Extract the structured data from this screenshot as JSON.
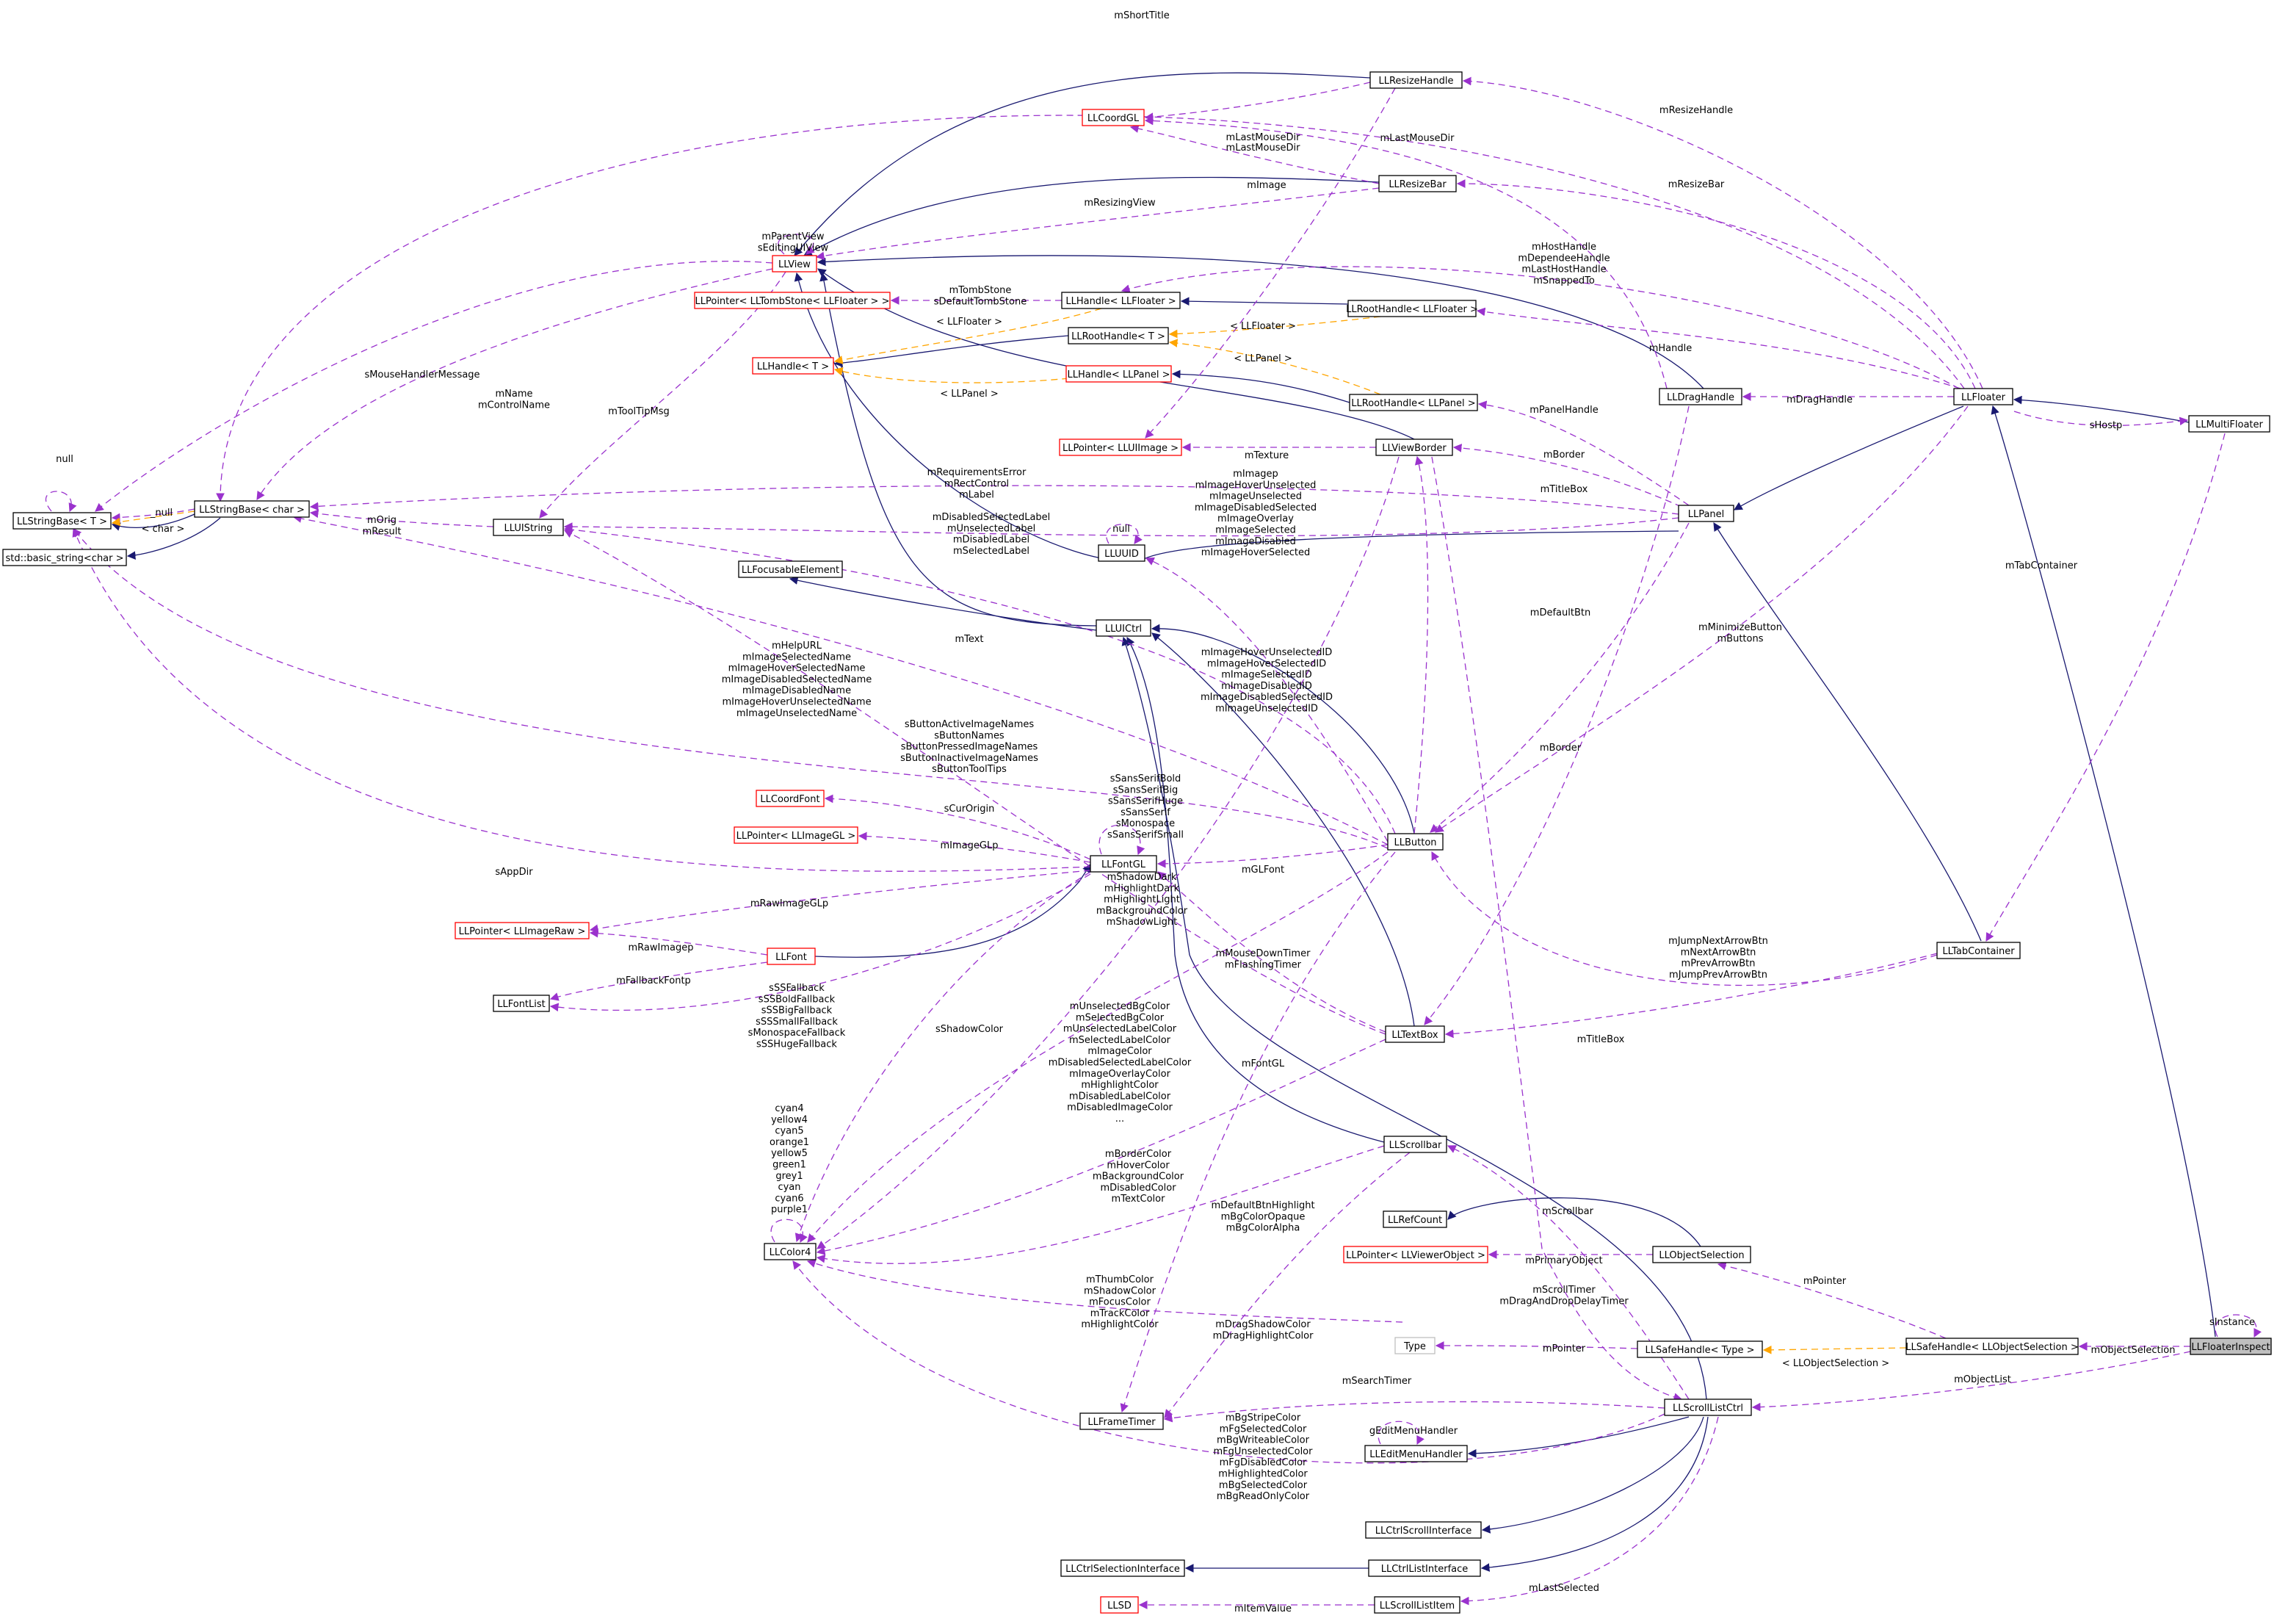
{
  "colors": {
    "inherit": "#191970",
    "use": "#9a32cd",
    "template": "#ffa500",
    "undocumented_border": "#ff0000",
    "ghost_border": "#bfbfbf",
    "focus_fill": "#bfbfbf"
  },
  "nodes": [
    {
      "id": "LLFloaterInspect",
      "label": "LLFloaterInspect",
      "kind": "focus"
    },
    {
      "id": "LLFloater",
      "label": "LLFloater",
      "kind": "doc"
    },
    {
      "id": "LLMultiFloater",
      "label": "LLMultiFloater",
      "kind": "doc"
    },
    {
      "id": "LLPanel",
      "label": "LLPanel",
      "kind": "doc"
    },
    {
      "id": "LLTabContainer",
      "label": "LLTabContainer",
      "kind": "doc"
    },
    {
      "id": "LLResizeHandle",
      "label": "LLResizeHandle",
      "kind": "doc"
    },
    {
      "id": "LLResizeBar",
      "label": "LLResizeBar",
      "kind": "doc"
    },
    {
      "id": "LLDragHandle",
      "label": "LLDragHandle",
      "kind": "doc"
    },
    {
      "id": "LLRootHandleFloater",
      "label": "LLRootHandle< LLFloater >",
      "kind": "doc"
    },
    {
      "id": "LLRootHandlePanel",
      "label": "LLRootHandle< LLPanel >",
      "kind": "doc"
    },
    {
      "id": "LLViewBorder",
      "label": "LLViewBorder",
      "kind": "doc"
    },
    {
      "id": "LLHandleFloater",
      "label": "LLHandle< LLFloater >",
      "kind": "doc"
    },
    {
      "id": "LLRootHandleT",
      "label": "LLRootHandle< T >",
      "kind": "doc"
    },
    {
      "id": "LLHandlePanel",
      "label": "LLHandle< LLPanel >",
      "kind": "undoc"
    },
    {
      "id": "LLHandleT",
      "label": "LLHandle< T >",
      "kind": "undoc"
    },
    {
      "id": "LLCoordGL",
      "label": "LLCoordGL",
      "kind": "undoc"
    },
    {
      "id": "LLView",
      "label": "LLView",
      "kind": "undoc"
    },
    {
      "id": "LLPointerTombStone",
      "label": "LLPointer< LLTombStone< LLFloater > >",
      "kind": "undoc"
    },
    {
      "id": "LLPointerUIImage",
      "label": "LLPointer< LLUIImage >",
      "kind": "undoc"
    },
    {
      "id": "LLStringBaseT",
      "label": "LLStringBase< T >",
      "kind": "doc"
    },
    {
      "id": "LLStringBaseChar",
      "label": "LLStringBase< char >",
      "kind": "doc"
    },
    {
      "id": "StdString",
      "label": "std::basic_string<char >",
      "kind": "doc"
    },
    {
      "id": "LLUIString",
      "label": "LLUIString",
      "kind": "doc"
    },
    {
      "id": "LLUUID",
      "label": "LLUUID",
      "kind": "doc"
    },
    {
      "id": "LLFocusableElement",
      "label": "LLFocusableElement",
      "kind": "doc"
    },
    {
      "id": "LLUICtrl",
      "label": "LLUICtrl",
      "kind": "doc"
    },
    {
      "id": "LLCoordFont",
      "label": "LLCoordFont",
      "kind": "undoc"
    },
    {
      "id": "LLPointerImageGL",
      "label": "LLPointer< LLImageGL >",
      "kind": "undoc"
    },
    {
      "id": "LLFontGL",
      "label": "LLFontGL",
      "kind": "doc"
    },
    {
      "id": "LLButton",
      "label": "LLButton",
      "kind": "doc"
    },
    {
      "id": "LLPointerImageRaw",
      "label": "LLPointer< LLImageRaw >",
      "kind": "undoc"
    },
    {
      "id": "LLFont",
      "label": "LLFont",
      "kind": "undoc"
    },
    {
      "id": "LLFontList",
      "label": "LLFontList",
      "kind": "doc"
    },
    {
      "id": "LLTextBox",
      "label": "LLTextBox",
      "kind": "doc"
    },
    {
      "id": "LLScrollbar",
      "label": "LLScrollbar",
      "kind": "doc"
    },
    {
      "id": "LLRefCount",
      "label": "LLRefCount",
      "kind": "doc"
    },
    {
      "id": "LLColor4",
      "label": "LLColor4",
      "kind": "doc"
    },
    {
      "id": "LLPointerViewerObject",
      "label": "LLPointer< LLViewerObject >",
      "kind": "undoc"
    },
    {
      "id": "LLObjectSelection",
      "label": "LLObjectSelection",
      "kind": "doc"
    },
    {
      "id": "Type",
      "label": "Type",
      "kind": "ghost"
    },
    {
      "id": "LLSafeHandleType",
      "label": "LLSafeHandle< Type >",
      "kind": "doc"
    },
    {
      "id": "LLSafeHandleObjSel",
      "label": "LLSafeHandle< LLObjectSelection >",
      "kind": "doc"
    },
    {
      "id": "LLFrameTimer",
      "label": "LLFrameTimer",
      "kind": "doc"
    },
    {
      "id": "LLEditMenuHandler",
      "label": "LLEditMenuHandler",
      "kind": "doc"
    },
    {
      "id": "LLScrollListCtrl",
      "label": "LLScrollListCtrl",
      "kind": "doc"
    },
    {
      "id": "LLCtrlScrollInterface",
      "label": "LLCtrlScrollInterface",
      "kind": "doc"
    },
    {
      "id": "LLCtrlSelectionInterface",
      "label": "LLCtrlSelectionInterface",
      "kind": "doc"
    },
    {
      "id": "LLCtrlListInterface",
      "label": "LLCtrlListInterface",
      "kind": "doc"
    },
    {
      "id": "LLSD",
      "label": "LLSD",
      "kind": "undoc"
    },
    {
      "id": "LLScrollListItem",
      "label": "LLScrollListItem",
      "kind": "doc"
    }
  ],
  "edge_labels": [
    {
      "id": "mShortTitle",
      "lines": [
        "mShortTitle"
      ]
    },
    {
      "id": "mResizeHandle",
      "lines": [
        "mResizeHandle"
      ]
    },
    {
      "id": "mLastMouseDir1",
      "lines": [
        "mLastMouseDir"
      ]
    },
    {
      "id": "mLastMouseDir2",
      "lines": [
        "mLastMouseDir"
      ]
    },
    {
      "id": "mLastMouseDir3",
      "lines": [
        "mLastMouseDir"
      ]
    },
    {
      "id": "mImage",
      "lines": [
        "mImage"
      ]
    },
    {
      "id": "mResizingView",
      "lines": [
        "mResizingView"
      ]
    },
    {
      "id": "mResizeBar",
      "lines": [
        "mResizeBar"
      ]
    },
    {
      "id": "mParentView",
      "lines": [
        "mParentView",
        "sEditingUIView"
      ]
    },
    {
      "id": "mHostHandle",
      "lines": [
        "mHostHandle",
        "mDependeeHandle",
        "mLastHostHandle",
        "mSnappedTo"
      ]
    },
    {
      "id": "mTombStone",
      "lines": [
        "mTombStone",
        "sDefaultTombStone"
      ]
    },
    {
      "id": "tplFloater1",
      "lines": [
        "< LLFloater >"
      ]
    },
    {
      "id": "tplFloater2",
      "lines": [
        "< LLFloater >"
      ]
    },
    {
      "id": "tplPanel1",
      "lines": [
        "< LLPanel >"
      ]
    },
    {
      "id": "tplPanel2",
      "lines": [
        "< LLPanel >"
      ]
    },
    {
      "id": "mHandle",
      "lines": [
        "mHandle"
      ]
    },
    {
      "id": "sMouseHandlerMessage",
      "lines": [
        "sMouseHandlerMessage"
      ]
    },
    {
      "id": "mName",
      "lines": [
        "mName",
        "mControlName"
      ]
    },
    {
      "id": "mToolTipMsg",
      "lines": [
        "mToolTipMsg"
      ]
    },
    {
      "id": "mDragHandle",
      "lines": [
        "mDragHandle"
      ]
    },
    {
      "id": "mPanelHandle",
      "lines": [
        "mPanelHandle"
      ]
    },
    {
      "id": "sHostp",
      "lines": [
        "sHostp"
      ]
    },
    {
      "id": "mTexture",
      "lines": [
        "mTexture"
      ]
    },
    {
      "id": "mBorder1",
      "lines": [
        "mBorder"
      ]
    },
    {
      "id": "nullT",
      "lines": [
        "null"
      ]
    },
    {
      "id": "nullChar",
      "lines": [
        "_null"
      ]
    },
    {
      "id": "tplChar",
      "lines": [
        "< char >"
      ]
    },
    {
      "id": "mRequirementsError",
      "lines": [
        "mRequirementsError",
        "mRectControl",
        "mLabel"
      ]
    },
    {
      "id": "mTitleBox1",
      "lines": [
        "mTitleBox"
      ]
    },
    {
      "id": "mImagep",
      "lines": [
        "mImagep",
        "mImageHoverUnselected",
        "mImageUnselected",
        "mImageDisabledSelected",
        "mImageOverlay",
        "mImageSelected",
        "mImageDisabled",
        "mImageHoverSelected"
      ]
    },
    {
      "id": "mOrig",
      "lines": [
        "mOrig",
        "mResult"
      ]
    },
    {
      "id": "nullUUID",
      "lines": [
        "null"
      ]
    },
    {
      "id": "mDisabledSelectedLabel",
      "lines": [
        "mDisabledSelectedLabel",
        "mUnselectedLabel",
        "mDisabledLabel",
        "mSelectedLabel"
      ]
    },
    {
      "id": "mTabContainer",
      "lines": [
        "mTabContainer"
      ]
    },
    {
      "id": "mDefaultBtn",
      "lines": [
        "mDefaultBtn"
      ]
    },
    {
      "id": "mMinimizeButton",
      "lines": [
        "mMinimizeButton",
        "mButtons"
      ]
    },
    {
      "id": "mText",
      "lines": [
        "mText"
      ]
    },
    {
      "id": "mImageHoverUnselectedID",
      "lines": [
        "mImageHoverUnselectedID",
        "mImageHoverSelectedID",
        "mImageSelectedID",
        "mImageDisabledID",
        "mImageDisabledSelectedID",
        "mImageUnselectedID"
      ]
    },
    {
      "id": "mHelpURL",
      "lines": [
        "mHelpURL",
        "mImageSelectedName",
        "mImageHoverSelectedName",
        "mImageDisabledSelectedName",
        "mImageDisabledName",
        "mImageHoverUnselectedName",
        "mImageUnselectedName"
      ]
    },
    {
      "id": "sButtonActiveImageNames",
      "lines": [
        "sButtonActiveImageNames",
        "sButtonNames",
        "sButtonPressedImageNames",
        "sButtonInactiveImageNames",
        "sButtonToolTips"
      ]
    },
    {
      "id": "mBorder2",
      "lines": [
        "mBorder"
      ]
    },
    {
      "id": "sSansSerifBold",
      "lines": [
        "sSansSerifBold",
        "sSansSerifBig",
        "sSansSerifHuge",
        "sSansSerif",
        "sMonospace",
        "sSansSerifSmall"
      ]
    },
    {
      "id": "sCurOrigin",
      "lines": [
        "sCurOrigin"
      ]
    },
    {
      "id": "mImageGLp",
      "lines": [
        "mImageGLp"
      ]
    },
    {
      "id": "sAppDir",
      "lines": [
        "sAppDir"
      ]
    },
    {
      "id": "mGLFont",
      "lines": [
        "mGLFont"
      ]
    },
    {
      "id": "mRawImageGLp",
      "lines": [
        "mRawImageGLp"
      ]
    },
    {
      "id": "mShadowDark",
      "lines": [
        "mShadowDark",
        "mHighlightDark",
        "mHighlightLight",
        "mBackgroundColor",
        "mShadowLight"
      ]
    },
    {
      "id": "mRawImagep",
      "lines": [
        "mRawImagep"
      ]
    },
    {
      "id": "mJumpNextArrowBtn",
      "lines": [
        "mJumpNextArrowBtn",
        "mNextArrowBtn",
        "mPrevArrowBtn",
        "mJumpPrevArrowBtn"
      ]
    },
    {
      "id": "mMouseDownTimer",
      "lines": [
        "mMouseDownTimer",
        "mFlashingTimer"
      ]
    },
    {
      "id": "mFallbackFontp",
      "lines": [
        "mFallbackFontp"
      ]
    },
    {
      "id": "sSSFallback",
      "lines": [
        "sSSFallback",
        "sSSBoldFallback",
        "sSSBigFallback",
        "sSSSmallFallback",
        "sMonospaceFallback",
        "sSSHugeFallback"
      ]
    },
    {
      "id": "sShadowColor",
      "lines": [
        "sShadowColor"
      ]
    },
    {
      "id": "mUnselectedBgColor",
      "lines": [
        "mUnselectedBgColor",
        "mSelectedBgColor",
        "mUnselectedLabelColor",
        "mSelectedLabelColor",
        "mImageColor",
        "mDisabledSelectedLabelColor",
        "mImageOverlayColor",
        "mHighlightColor",
        "mDisabledLabelColor",
        "mDisabledImageColor",
        "..."
      ]
    },
    {
      "id": "mFontGL",
      "lines": [
        "mFontGL"
      ]
    },
    {
      "id": "mTitleBox2",
      "lines": [
        "mTitleBox"
      ]
    },
    {
      "id": "cyan4",
      "lines": [
        "cyan4",
        "yellow4",
        "cyan5",
        "orange1",
        "yellow5",
        "green1",
        "grey1",
        "cyan",
        "cyan6",
        "purple1"
      ]
    },
    {
      "id": "mBorderColor",
      "lines": [
        "mBorderColor",
        "mHoverColor",
        "mBackgroundColor",
        "mDisabledColor",
        "mTextColor"
      ]
    },
    {
      "id": "mDefaultBtnHighlight",
      "lines": [
        "mDefaultBtnHighlight",
        "mBgColorOpaque",
        "mBgColorAlpha"
      ]
    },
    {
      "id": "mScrollbar",
      "lines": [
        "mScrollbar"
      ]
    },
    {
      "id": "mPrimaryObject",
      "lines": [
        "mPrimaryObject"
      ]
    },
    {
      "id": "mPointer1",
      "lines": [
        "mPointer"
      ]
    },
    {
      "id": "mThumbColor",
      "lines": [
        "mThumbColor",
        "mShadowColor",
        "mFocusColor",
        "mTrackColor",
        "mHighlightColor"
      ]
    },
    {
      "id": "mScrollTimer",
      "lines": [
        "mScrollTimer",
        "mDragAndDropDelayTimer"
      ]
    },
    {
      "id": "mDragShadowColor",
      "lines": [
        "mDragShadowColor",
        "mDragHighlightColor"
      ]
    },
    {
      "id": "sInstance",
      "lines": [
        "sInstance"
      ]
    },
    {
      "id": "mObjectSelection",
      "lines": [
        "mObjectSelection"
      ]
    },
    {
      "id": "mPointer2",
      "lines": [
        "mPointer"
      ]
    },
    {
      "id": "tplObjSel",
      "lines": [
        "< LLObjectSelection >"
      ]
    },
    {
      "id": "mSearchTimer",
      "lines": [
        "mSearchTimer"
      ]
    },
    {
      "id": "mObjectList",
      "lines": [
        "mObjectList"
      ]
    },
    {
      "id": "gEditMenuHandler",
      "lines": [
        "gEditMenuHandler"
      ]
    },
    {
      "id": "mBgStripeColor",
      "lines": [
        "mBgStripeColor",
        "mFgSelectedColor",
        "mBgWriteableColor",
        "mFgUnselectedColor",
        "mFgDisabledColor",
        "mHighlightedColor",
        "mBgSelectedColor",
        "mBgReadOnlyColor"
      ]
    },
    {
      "id": "mLastSelected",
      "lines": [
        "mLastSelected"
      ]
    },
    {
      "id": "mItemValue",
      "lines": [
        "mItemValue"
      ]
    }
  ]
}
